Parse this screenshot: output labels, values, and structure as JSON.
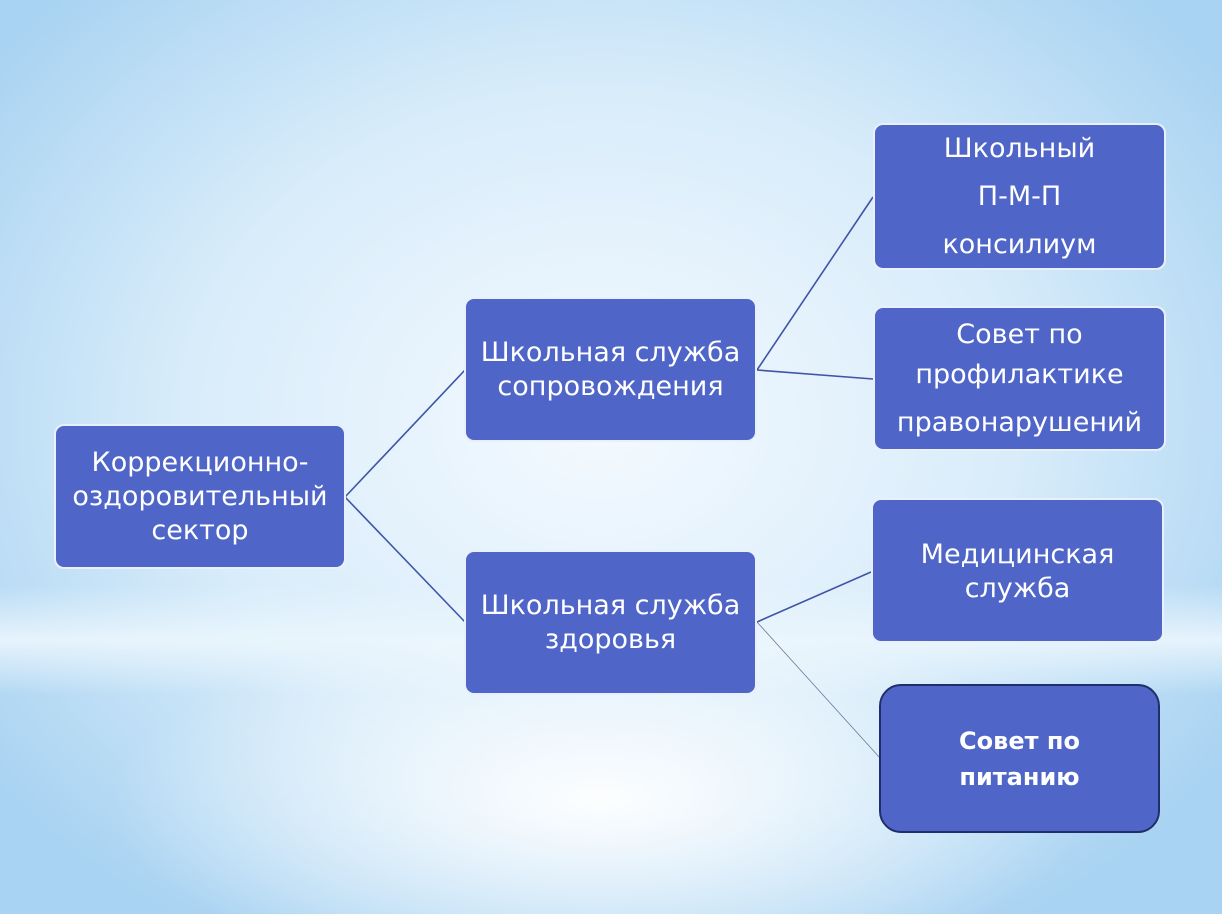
{
  "diagram": {
    "root": {
      "lines": [
        "Коррекционно-",
        "оздоровительный",
        "сектор"
      ]
    },
    "branches": [
      {
        "lines": [
          "Школьная служба",
          "сопровождения"
        ],
        "children": [
          {
            "lines": [
              "Школьный",
              "П-М-П",
              "консилиум"
            ]
          },
          {
            "lines": [
              "Совет по",
              "профилактике",
              "правонарушений"
            ]
          }
        ]
      },
      {
        "lines": [
          "Школьная служба",
          "здоровья"
        ],
        "children": [
          {
            "lines": [
              "Медицинская",
              "служба"
            ]
          },
          {
            "lines": [
              "Совет по",
              "питанию"
            ]
          }
        ]
      }
    ],
    "colors": {
      "box": "#4f66c8",
      "line": "#3f54a8",
      "background": "#d8ecfa"
    }
  }
}
